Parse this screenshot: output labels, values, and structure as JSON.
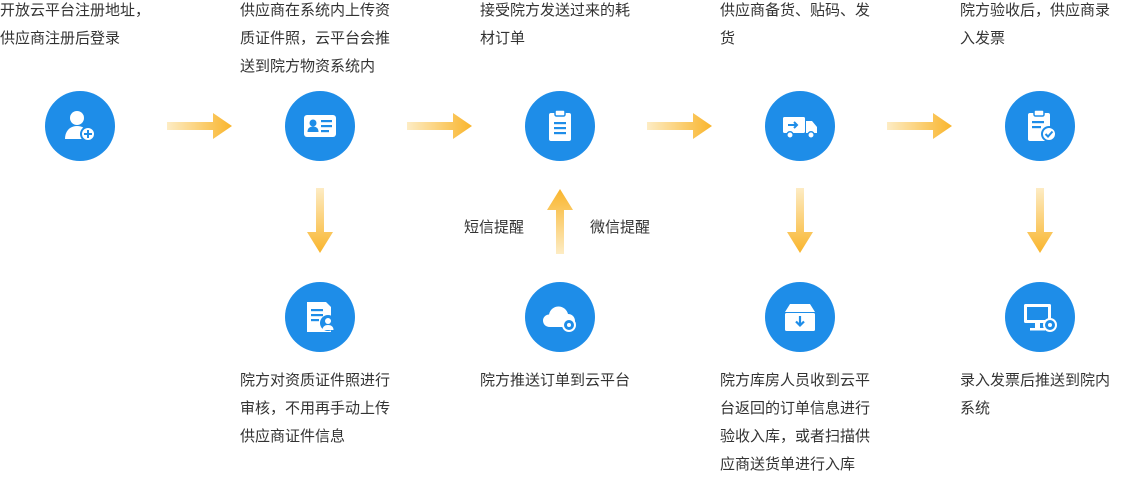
{
  "steps_top": [
    {
      "text": "开放云平台注册地址，\n供应商注册后登录",
      "icon": "user-add-icon"
    },
    {
      "text": "供应商在系统内上传资\n质证件照，云平台会推\n送到院方物资系统内",
      "icon": "id-card-icon"
    },
    {
      "text": "接受院方发送过来的耗\n材订单",
      "icon": "clipboard-icon"
    },
    {
      "text": "供应商备货、贴码、发\n货",
      "icon": "delivery-truck-icon"
    },
    {
      "text": "院方验收后，供应商录\n入发票",
      "icon": "clipboard-check-icon"
    }
  ],
  "steps_bottom": [
    {
      "text": "院方对资质证件照进行\n审核，不用再手动上传\n供应商证件信息",
      "icon": "document-user-icon"
    },
    {
      "text": "院方推送订单到云平台",
      "icon": "cloud-gear-icon"
    },
    {
      "text": "院方库房人员收到云平\n台返回的订单信息进行\n验收入库，或者扫描供\n应商送货单进行入库",
      "icon": "inbox-download-icon"
    },
    {
      "text": "录入发票后推送到院内\n系统",
      "icon": "monitor-gear-icon"
    }
  ],
  "reminders": {
    "left": "短信提醒",
    "right": "微信提醒"
  },
  "colors": {
    "circle": "#1e8de8",
    "arrow_start": "#fdecc4",
    "arrow_end": "#f9b52c"
  }
}
